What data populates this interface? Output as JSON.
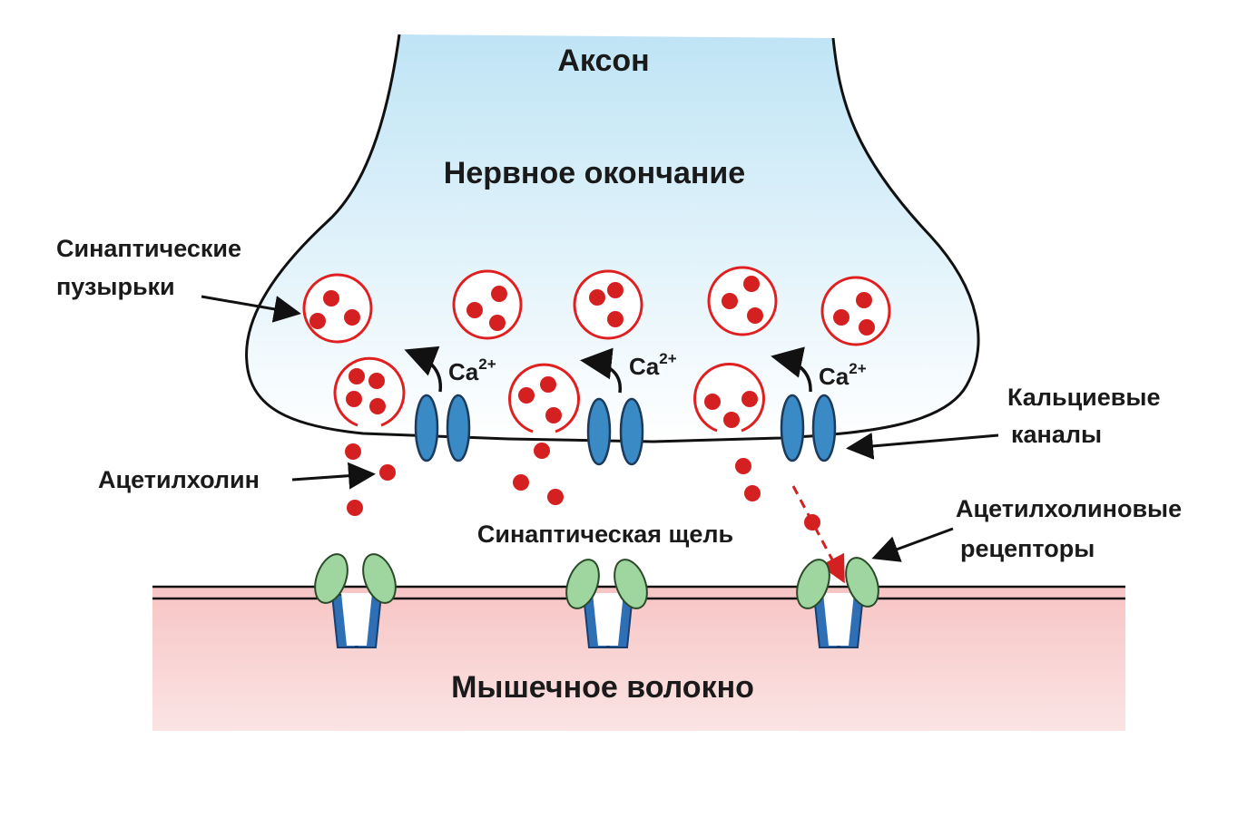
{
  "labels": {
    "axon": "Аксон",
    "nerve_ending": "Нервное окончание",
    "vesicles_line1": "Синаптические",
    "vesicles_line2": "пузырьки",
    "acetylcholine": "Ацетилхолин",
    "calcium_channels_line1": "Кальциевые",
    "calcium_channels_line2": "каналы",
    "synaptic_cleft": "Синаптическая щель",
    "ach_receptors_line1": "Ацетилхолиновые",
    "ach_receptors_line2": "рецепторы",
    "muscle_fiber": "Мышечное волокно",
    "ion_base": "Ca",
    "ion_charge": "2+"
  },
  "colors": {
    "terminal_fill_top": "#bfe4f5",
    "terminal_fill_bottom": "#ffffff",
    "vesicle_stroke": "#e02020",
    "neurotransmitter": "#d42020",
    "channel_fill": "#3a8ac6",
    "channel_stroke": "#1b3a5c",
    "receptor_head": "#9fd59f",
    "receptor_body": "#2f6fb5",
    "muscle_fill": "#f8c9c9"
  }
}
